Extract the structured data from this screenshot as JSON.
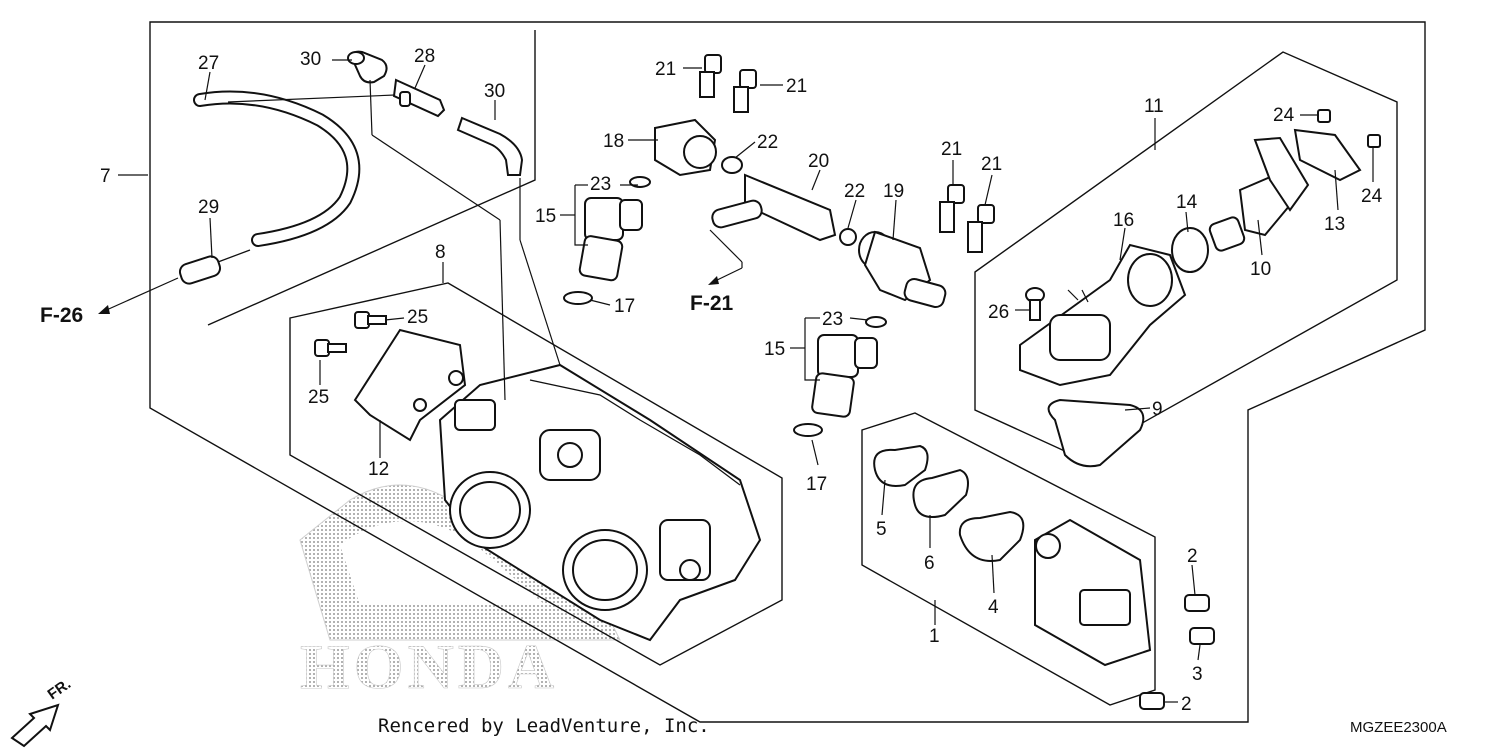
{
  "labels": {
    "p1": "1",
    "p2a": "2",
    "p2b": "2",
    "p3": "3",
    "p4": "4",
    "p5": "5",
    "p6": "6",
    "p7": "7",
    "p8": "8",
    "p9": "9",
    "p10": "10",
    "p11": "11",
    "p12": "12",
    "p13": "13",
    "p14": "14",
    "p15a": "15",
    "p15b": "15",
    "p16": "16",
    "p17a": "17",
    "p17b": "17",
    "p18": "18",
    "p19": "19",
    "p20": "20",
    "p21a": "21",
    "p21b": "21",
    "p21c": "21",
    "p21d": "21",
    "p22a": "22",
    "p22b": "22",
    "p23a": "23",
    "p23b": "23",
    "p24a": "24",
    "p24b": "24",
    "p25a": "25",
    "p25b": "25",
    "p26": "26",
    "p27": "27",
    "p28": "28",
    "p29": "29",
    "p30a": "30",
    "p30b": "30"
  },
  "references": {
    "f26": "F-26",
    "f21": "F-21"
  },
  "watermark": {
    "brand": "HONDA"
  },
  "orientation": {
    "front": "FR."
  },
  "credit": "Rencered by LeadVenture, Inc.",
  "diagram_code": "MGZEE2300A"
}
